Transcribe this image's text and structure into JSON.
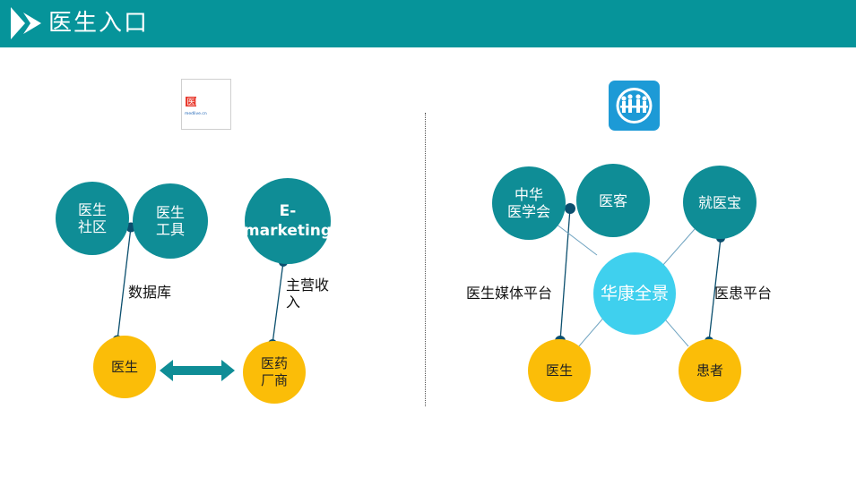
{
  "header": {
    "title": "医生入口",
    "background": "#06949a"
  },
  "left_panel": {
    "logo": {
      "name": "yimaitong-logo",
      "text": "医脉通",
      "subtext": "medlive.cn"
    },
    "nodes": {
      "community": "医生\n社区",
      "tools": "医生\n工具",
      "emarketing": "E-\nmarketing",
      "doctor": "医生",
      "pharma": "医药\n厂商"
    },
    "labels": {
      "database": "数据库",
      "revenue": "主营收\n入"
    }
  },
  "right_panel": {
    "logo": {
      "name": "huakang-logo"
    },
    "nodes": {
      "cma": "中华\n医学会",
      "yike": "医客",
      "jiuyibao": "就医宝",
      "center": "华康全景",
      "doctor": "医生",
      "patient": "患者"
    },
    "labels": {
      "media": "医生媒体平台",
      "doctor_patient": "医患平台"
    }
  },
  "colors": {
    "teal": "#0f8d96",
    "gold": "#fbbd08",
    "cyan": "#3fd0ee",
    "dot": "#0b4f6e"
  }
}
